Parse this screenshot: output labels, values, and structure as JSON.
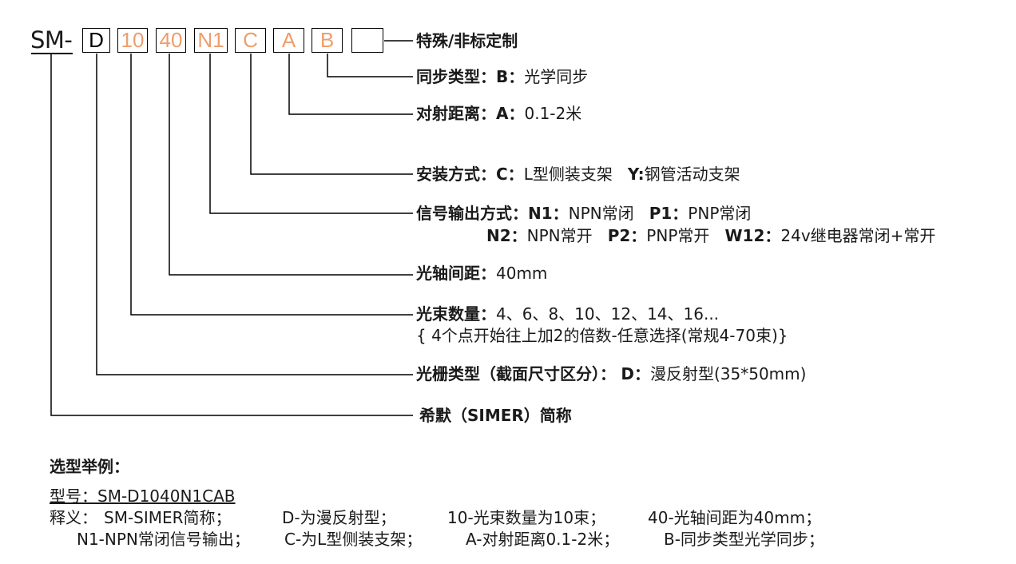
{
  "code": {
    "prefix": "SM-",
    "boxes": [
      "D",
      "10",
      "40",
      "N1",
      "C",
      "A",
      "B",
      ""
    ]
  },
  "descriptions": {
    "special": {
      "label": "特殊/非标定制"
    },
    "sync": {
      "label": "同步类型：",
      "k1": "B：",
      "v1": "光学同步"
    },
    "range": {
      "label": "对射距离：",
      "k1": "A：",
      "v1": "0.1-2米"
    },
    "mount": {
      "label": "安装方式：",
      "k1": "C：",
      "v1": "L型侧装支架",
      "k2": "Y:",
      "v2": "钢管活动支架"
    },
    "output": {
      "label": "信号输出方式：",
      "k1": "N1：",
      "v1": "NPN常闭",
      "k2": "P1：",
      "v2": "PNP常闭",
      "k3": "N2：",
      "v3": "NPN常开",
      "k4": "P2：",
      "v4": "PNP常开",
      "k5": "W12：",
      "v5": "24v继电器常闭+常开"
    },
    "spacing": {
      "label": "光轴间距：",
      "v1": "40mm"
    },
    "beams": {
      "label": "光束数量：",
      "v1": "4、6、8、10、12、14、16...",
      "v2": "{ 4个点开始往上加2的倍数-任意选择(常规4-70束)}"
    },
    "type": {
      "label": "光栅类型（截面尺寸区分）：",
      "k1": "D：",
      "v1": "漫反射型(35*50mm)"
    },
    "brand": {
      "label": "希默（SIMER）简称"
    }
  },
  "example": {
    "title": "选型举例：",
    "model_label": "型号：",
    "model_value": "SM-D1040N1CAB",
    "meaning_label": "释义：",
    "m1": "SM-SIMER简称；",
    "m2": "D-为漫反射型；",
    "m3": "10-光束数量为10束；",
    "m4": "40-光轴间距为40mm；",
    "m5": "N1-NPN常闭信号输出；",
    "m6": "C-为L型侧装支架；",
    "m7": "A-对射距离0.1-2米；",
    "m8": "B-同步类型光学同步；"
  },
  "colors": {
    "accent": "#ee9e6c",
    "line": "#000000"
  }
}
